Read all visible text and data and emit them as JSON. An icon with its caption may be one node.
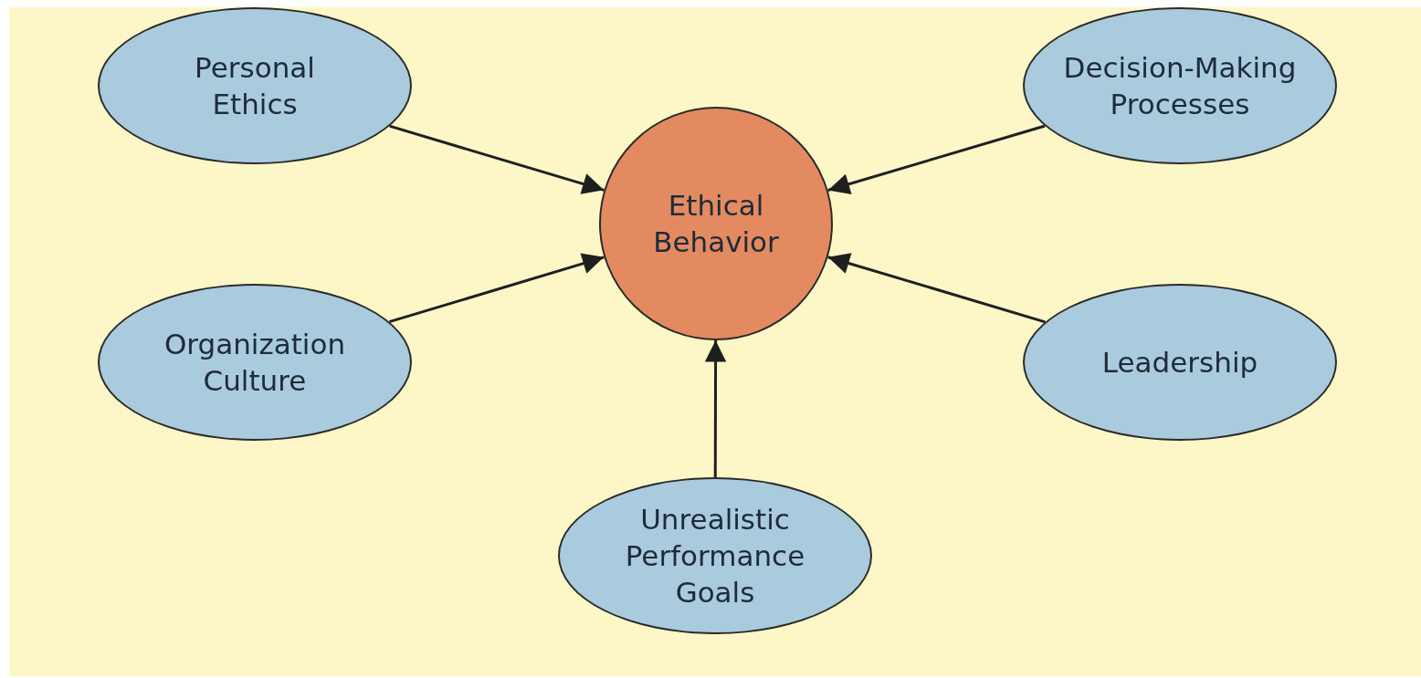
{
  "diagram": {
    "nodes": [
      {
        "text": [
          "Personal Ethics"
        ]
      },
      {
        "text": [
          "Decision-Making Processes"
        ]
      },
      {
        "text": [
          "Ethical Behavior"
        ]
      },
      {
        "text": [
          "Organization Culture"
        ]
      },
      {
        "text": [
          "Leadership"
        ]
      },
      {
        "text": [
          "Unrealistic Performance Goals"
        ]
      }
    ],
    "edges": [
      {
        "from": 0,
        "to": 2,
        "arrow": "to"
      },
      {
        "from": 1,
        "to": 2,
        "arrow": "to"
      },
      {
        "from": 3,
        "to": 2,
        "arrow": "to"
      },
      {
        "from": 4,
        "to": 2,
        "arrow": "to"
      },
      {
        "from": 5,
        "to": 2,
        "arrow": "to"
      }
    ]
  }
}
